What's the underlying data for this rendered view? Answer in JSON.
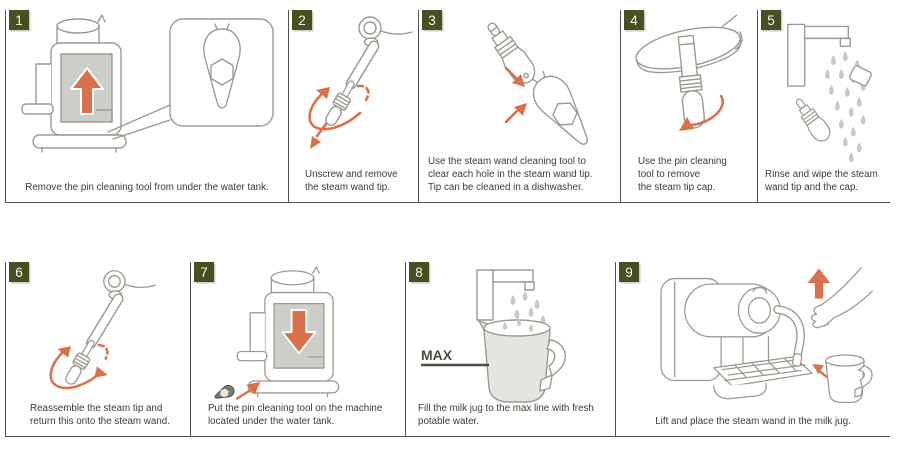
{
  "colors": {
    "badge_bg": "#4a4f1f",
    "badge_text": "#f7f7f1",
    "caption_text": "#3c3c33",
    "divider": "#54524a",
    "accent_arrow": "#d9714a",
    "line_art": "#9c9a90",
    "water_fill": "#cecec9"
  },
  "labels": {
    "max": "MAX"
  },
  "steps": [
    {
      "number": "1",
      "illustration": "machine-pin-tool-callout",
      "lines": [
        "Remove the pin cleaning tool from under the water tank."
      ]
    },
    {
      "number": "2",
      "illustration": "steam-wand-unscrew-tip",
      "lines": [
        "Unscrew and remove",
        "the steam wand tip."
      ]
    },
    {
      "number": "3",
      "illustration": "cleaning-tool-clearing-tip",
      "lines": [
        "Use the steam wand cleaning tool to",
        "clear each hole in the steam wand tip.",
        "Tip can be cleaned in a dishwasher."
      ]
    },
    {
      "number": "4",
      "illustration": "pin-tool-removing-cap",
      "lines": [
        "Use the pin cleaning",
        "tool to remove",
        "the steam tip cap."
      ]
    },
    {
      "number": "5",
      "illustration": "rinse-tip-under-faucet",
      "lines": [
        "Rinse and wipe the steam",
        "wand tip and the cap."
      ]
    },
    {
      "number": "6",
      "illustration": "reassemble-steam-tip",
      "lines": [
        "Reassemble the steam tip and",
        "return this onto the steam wand."
      ]
    },
    {
      "number": "7",
      "illustration": "store-pin-tool-on-machine",
      "lines": [
        "Put the pin cleaning tool on the machine",
        "located under the water tank."
      ]
    },
    {
      "number": "8",
      "illustration": "fill-milk-jug-to-max",
      "lines": [
        "Fill the milk jug to the max line with fresh",
        "potable water."
      ]
    },
    {
      "number": "9",
      "illustration": "steam-wand-into-milk-jug",
      "lines": [
        "Lift and place the steam wand in the milk jug."
      ]
    }
  ]
}
